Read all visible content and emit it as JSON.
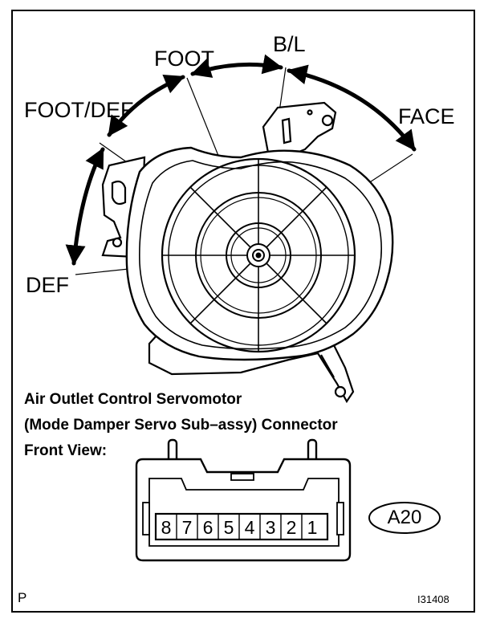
{
  "labels": {
    "foot": "FOOT",
    "bl": "B/L",
    "foot_def": "FOOT/DEF",
    "face": "FACE",
    "def": "DEF"
  },
  "caption": {
    "line1": "Air Outlet Control Servomotor",
    "line2": "(Mode Damper Servo Sub–assy) Connector",
    "line3": "Front View:"
  },
  "connector": {
    "tag": "A20",
    "pins": [
      "8",
      "7",
      "6",
      "5",
      "4",
      "3",
      "2",
      "1"
    ]
  },
  "corner_letter": "P",
  "figure_id": "I31408"
}
